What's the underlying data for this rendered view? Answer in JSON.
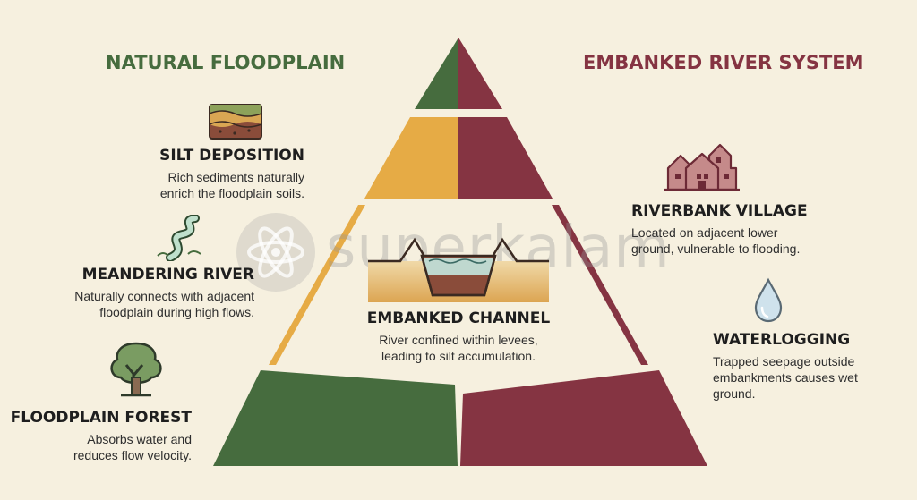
{
  "colors": {
    "natural": "#466c3e",
    "embanked": "#853442",
    "gold": "#e6ab45",
    "background": "#f6f0df"
  },
  "titles": {
    "natural": "NATURAL FLOODPLAIN",
    "embanked": "EMBANKED RIVER SYSTEM"
  },
  "left_items": [
    {
      "icon": "soil-layers-icon",
      "label": "SILT DEPOSITION",
      "lines": [
        "Rich sediments naturally",
        "enrich the floodplain soils."
      ]
    },
    {
      "icon": "meandering-river-icon",
      "label": "MEANDERING RIVER",
      "lines": [
        "Naturally connects with adjacent",
        "floodplain during high flows."
      ]
    },
    {
      "icon": "tree-icon",
      "label": "FLOODPLAIN FOREST",
      "lines": [
        "Absorbs water and",
        "reduces flow velocity."
      ]
    }
  ],
  "center_item": {
    "icon": "embanked-channel-icon",
    "label": "EMBANKED CHANNEL",
    "lines": [
      "River confined within levees,",
      "leading to silt accumulation."
    ]
  },
  "right_items": [
    {
      "icon": "village-houses-icon",
      "label": "RIVERBANK VILLAGE",
      "lines": [
        "Located on adjacent lower",
        "ground, vulnerable to flooding."
      ]
    },
    {
      "icon": "water-drop-icon",
      "label": "WATERLOGGING",
      "lines": [
        "Trapped seepage outside",
        "embankments causes wet",
        "ground."
      ]
    }
  ],
  "watermark": "superkalam"
}
